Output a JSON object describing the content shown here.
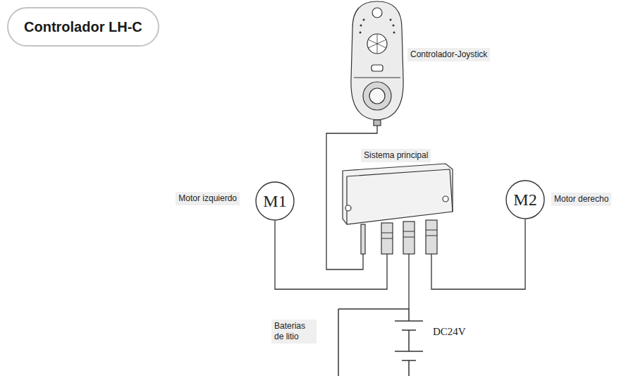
{
  "diagram": {
    "title": "Controlador LH-C",
    "nodes": [
      {
        "text": [
          "Controlador-Joystick"
        ]
      },
      {
        "text": [
          "Sistema principal"
        ]
      },
      {
        "text": [
          "M1",
          "Motor izquierdo"
        ]
      },
      {
        "text": [
          "M2",
          "Motor derecho"
        ]
      },
      {
        "text": [
          "DC24V",
          "Baterias de litio"
        ]
      }
    ],
    "edges": [
      {
        "from": 0,
        "to": 1,
        "arrow": "none"
      },
      {
        "from": 2,
        "to": 1,
        "arrow": "none"
      },
      {
        "from": 3,
        "to": 1,
        "arrow": "none"
      },
      {
        "from": 4,
        "to": 1,
        "arrow": "none"
      }
    ]
  }
}
